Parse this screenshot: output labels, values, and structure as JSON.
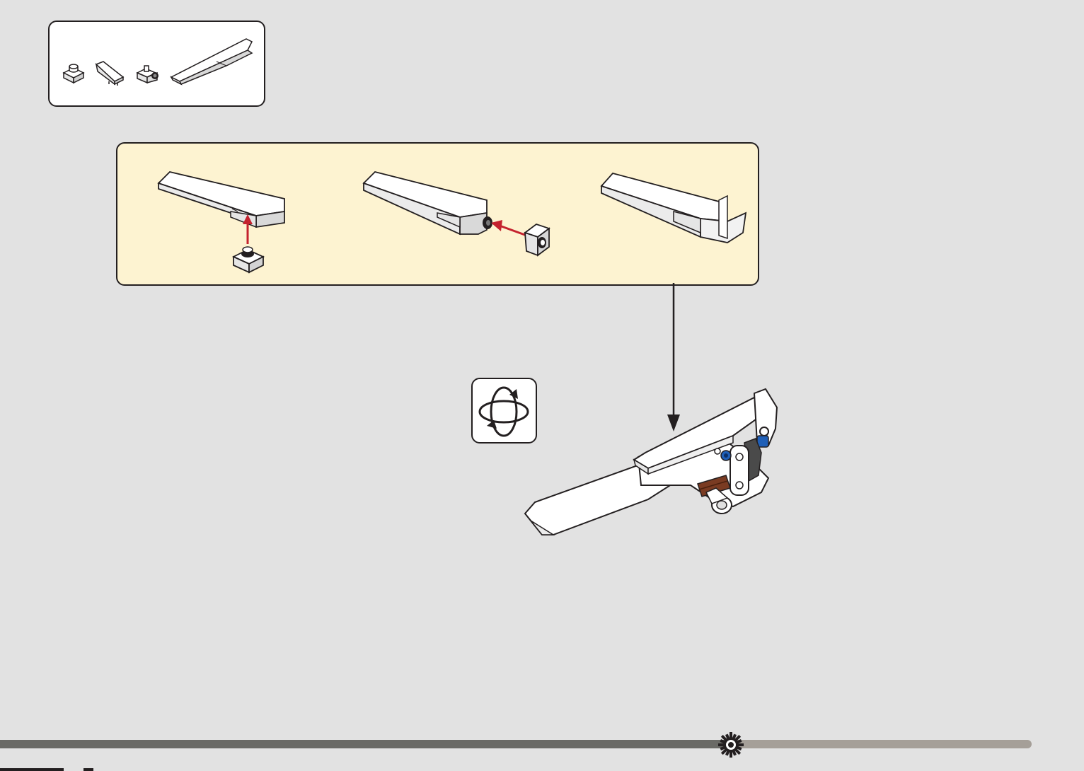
{
  "colors": {
    "background": "#e2e2e2",
    "submodel_panel": "#fdf3d1",
    "panel_border": "#231f20",
    "arrow_red": "#c4222e",
    "progress_done": "#6a6a66",
    "progress_todo": "#a59f98",
    "technic_blue": "#1f5fb7",
    "axle_brown": "#7a3b22"
  },
  "parts_list": {
    "parts": [
      {
        "name": "plate-1x1-with-stud",
        "icon": "plate-icon"
      },
      {
        "name": "wedge-slope",
        "icon": "slope-icon"
      },
      {
        "name": "bracket-with-stud",
        "icon": "bracket-icon"
      },
      {
        "name": "long-wedge",
        "icon": "wedge-icon"
      }
    ]
  },
  "submodel_steps": {
    "steps": [
      {
        "icon": "attach-bottom-icon"
      },
      {
        "icon": "attach-front-icon"
      },
      {
        "icon": "submodel-result-icon"
      }
    ]
  },
  "rotate_hint": {
    "icon": "rotate-model-icon"
  },
  "progress": {
    "fraction": 0.71,
    "icon": "gear-icon"
  }
}
